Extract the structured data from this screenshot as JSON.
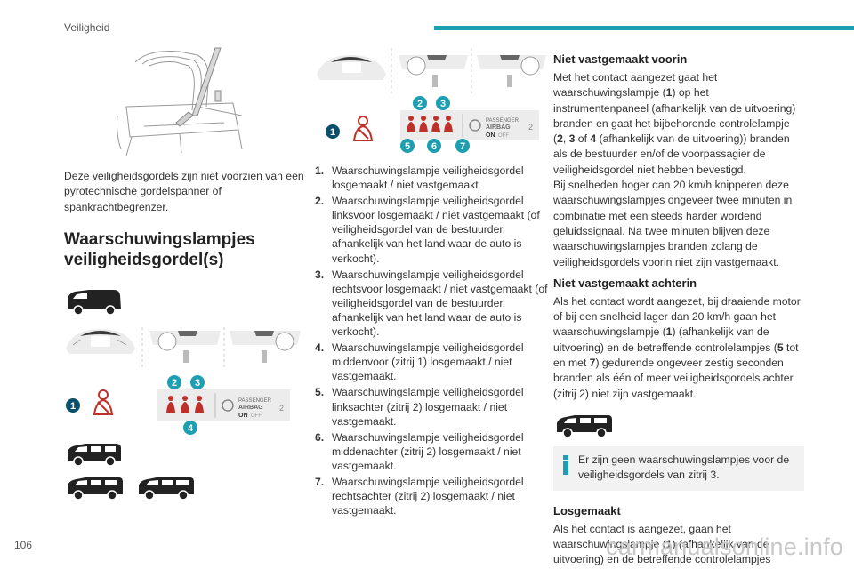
{
  "header": {
    "section": "Veiligheid",
    "accent_color": "#1e9fb1"
  },
  "page_number": "106",
  "watermark": "carmanualsonline.info",
  "col1": {
    "intro": "Deze veiligheidsgordels zijn niet voorzien van een pyrotechnische gordelspanner of spankrachtbegrenzer.",
    "heading": "Waarschuwingslampjes veiligheidsgordel(s)",
    "callouts_a": [
      "1",
      "2",
      "3",
      "4"
    ],
    "panel_text": {
      "line1": "PASSENGER",
      "line2": "AIRBAG",
      "on": "ON",
      "off": "OFF",
      "num": "2"
    }
  },
  "col2": {
    "callouts_b": [
      "1",
      "2",
      "3",
      "5",
      "6",
      "7"
    ],
    "list": [
      {
        "num": "1.",
        "text": "Waarschuwingslampje veiligheidsgordel losgemaakt / niet vastgemaakt"
      },
      {
        "num": "2.",
        "text": "Waarschuwingslampje veiligheidsgordel linksvoor losgemaakt / niet vastgemaakt (of veiligheidsgordel van de bestuurder, afhankelijk van het land waar de auto is verkocht)."
      },
      {
        "num": "3.",
        "text": "Waarschuwingslampje veiligheidsgordel rechtsvoor losgemaakt / niet vastgemaakt (of veiligheidsgordel van de bestuurder, afhankelijk van het land waar de auto is verkocht)."
      },
      {
        "num": "4.",
        "text": "Waarschuwingslampje veiligheidsgordel middenvoor (zitrij 1) losgemaakt / niet vastgemaakt."
      },
      {
        "num": "5.",
        "text": "Waarschuwingslampje veiligheidsgordel linksachter (zitrij 2) losgemaakt / niet vastgemaakt."
      },
      {
        "num": "6.",
        "text": "Waarschuwingslampje veiligheidsgordel middenachter (zitrij 2) losgemaakt / niet vastgemaakt."
      },
      {
        "num": "7.",
        "text": "Waarschuwingslampje veiligheidsgordel rechtsachter (zitrij 2) losgemaakt / niet vastgemaakt."
      }
    ]
  },
  "col3": {
    "front_heading": "Niet vastgemaakt voorin",
    "front_p1": {
      "a": "Met het contact aangezet gaat het waarschuwingslampje (",
      "b1": "1",
      "c": ") op het instrumentenpaneel (afhankelijk van de uitvoering) branden en gaat het bijbehorende controlelampje (",
      "b2": "2",
      "d": ", ",
      "b3": "3",
      "e": " of ",
      "b4": "4",
      "f": " (afhankelijk van de uitvoering)) branden als de bestuurder en/of de voorpassagier de veiligheidsgordel niet hebben bevestigd."
    },
    "front_p2": "Bij snelheden hoger dan 20 km/h knipperen deze waarschuwingslampjes ongeveer twee minuten in combinatie met een steeds harder wordend geluidssignaal. Na twee minuten blijven deze waarschuwingslampjes branden zolang de veiligheidsgordels voorin niet zijn vastgemaakt.",
    "rear_heading": "Niet vastgemaakt achterin",
    "rear_p": {
      "a": "Als het contact wordt aangezet, bij draaiende motor of bij een snelheid lager dan 20 km/h gaan het waarschuwingslampje (",
      "b1": "1",
      "c": ") (afhankelijk van de uitvoering) en de betreffende controlelampjes (",
      "b2": "5",
      "d": " tot en met ",
      "b3": "7",
      "e": ") gedurende ongeveer zestig seconden branden als één of meer veiligheidsgordels achter (zitrij 2) niet zijn vastgemaakt."
    },
    "info_text": "Er zijn geen waarschuwingslampjes voor de veiligheidsgordels van zitrij 3.",
    "released_heading": "Losgemaakt",
    "released_p": {
      "a": "Als het contact is aangezet, gaan het waarschuwingslampje (",
      "b1": "1",
      "c": ") (afhankelijk van de uitvoering) en de betreffende controlelampjes"
    }
  }
}
